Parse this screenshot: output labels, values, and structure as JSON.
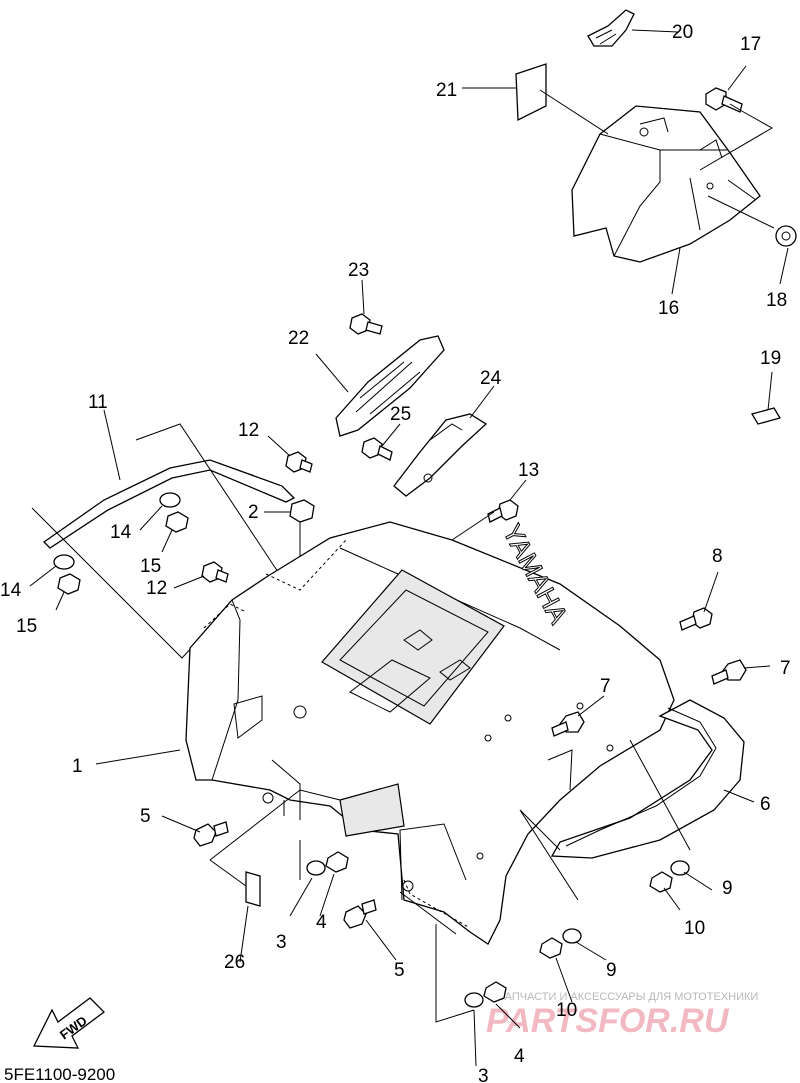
{
  "diagram_code": "5FE1100-9200",
  "fwd_label": "FWD",
  "brand_text": "YAMAHA",
  "watermark": {
    "line1": "ЗАПЧАСТИ И АКСЕССУАРЫ ДЛЯ МОТОТЕХНИКИ",
    "line2": "PARTSFOR.RU"
  },
  "callouts": {
    "c1": "1",
    "c2": "2",
    "c3a": "3",
    "c3b": "3",
    "c4a": "4",
    "c4b": "4",
    "c5a": "5",
    "c5b": "5",
    "c6": "6",
    "c7a": "7",
    "c7b": "7",
    "c8": "8",
    "c9a": "9",
    "c9b": "9",
    "c10a": "10",
    "c10b": "10",
    "c11": "11",
    "c12a": "12",
    "c12b": "12",
    "c13": "13",
    "c14a": "14",
    "c14b": "14",
    "c15a": "15",
    "c15b": "15",
    "c16": "16",
    "c17": "17",
    "c18": "18",
    "c19": "19",
    "c20": "20",
    "c21": "21",
    "c22": "22",
    "c23": "23",
    "c24": "24",
    "c25": "25",
    "c26": "26"
  }
}
